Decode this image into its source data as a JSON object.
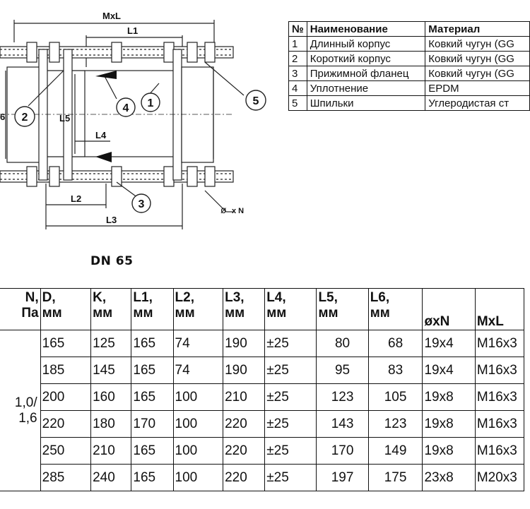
{
  "drawing": {
    "labels": {
      "mxl": "MxL",
      "l1": "L1",
      "l2": "L2",
      "l3": "L3",
      "l4": "L4",
      "l5": "L5",
      "l6_fragment": "6",
      "hole": "x N",
      "hole_symbol": "ø"
    },
    "callouts": [
      "1",
      "2",
      "3",
      "4",
      "5"
    ]
  },
  "parts_table": {
    "headers": [
      "№",
      "Наименование",
      "Материал"
    ],
    "rows": [
      [
        "1",
        "Длинный корпус",
        "Ковкий чугун (GG"
      ],
      [
        "2",
        "Короткий корпус",
        "Ковкий чугун (GG"
      ],
      [
        "3",
        "Прижимной фланец",
        "Ковкий чугун (GG"
      ],
      [
        "4",
        "Уплотнение",
        "EPDM"
      ],
      [
        "5",
        "Шпильки",
        "Углеродистая ст"
      ]
    ]
  },
  "dn_label": "DN 65",
  "dims_table": {
    "headers": [
      [
        "N,",
        "Па"
      ],
      [
        "D,",
        "мм"
      ],
      [
        "K,",
        "мм"
      ],
      [
        "L1,",
        "мм"
      ],
      [
        "L2,",
        "мм"
      ],
      [
        "L3,",
        "мм"
      ],
      [
        "L4,",
        "мм"
      ],
      [
        "L5,",
        "мм"
      ],
      [
        "L6,",
        "мм"
      ],
      [
        "",
        "øxN"
      ],
      [
        "",
        "MxL"
      ]
    ],
    "pn_value": [
      "1,0/",
      "1,6"
    ],
    "rows": [
      [
        "165",
        "125",
        "165",
        "74",
        "190",
        "±25",
        "80",
        "68",
        "19x4",
        "M16x3"
      ],
      [
        "185",
        "145",
        "165",
        "74",
        "190",
        "±25",
        "95",
        "83",
        "19x4",
        "M16x3"
      ],
      [
        "200",
        "160",
        "165",
        "100",
        "210",
        "±25",
        "123",
        "105",
        "19x8",
        "M16x3"
      ],
      [
        "220",
        "180",
        "170",
        "100",
        "220",
        "±25",
        "143",
        "123",
        "19x8",
        "M16x3"
      ],
      [
        "250",
        "210",
        "165",
        "100",
        "220",
        "±25",
        "170",
        "149",
        "19x8",
        "M16x3"
      ],
      [
        "285",
        "240",
        "165",
        "100",
        "220",
        "±25",
        "197",
        "175",
        "23x8",
        "M20x3"
      ]
    ]
  }
}
